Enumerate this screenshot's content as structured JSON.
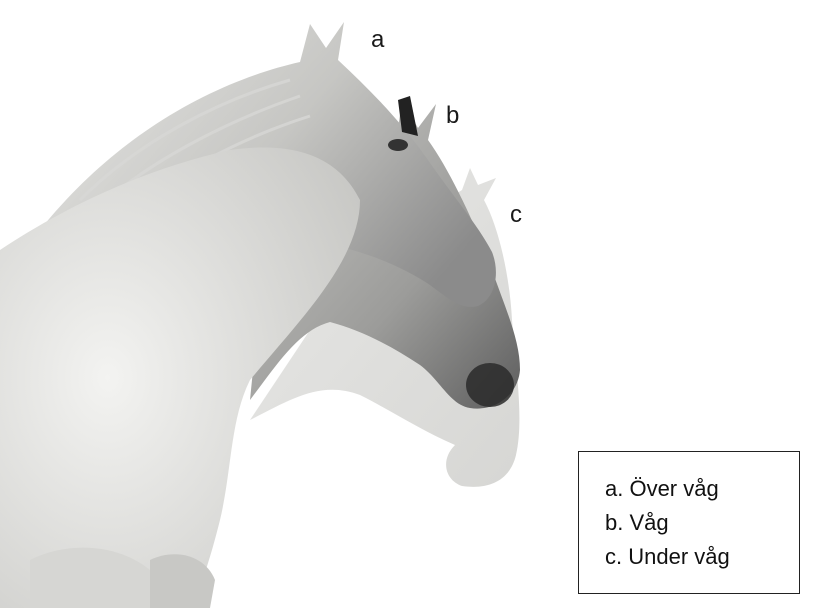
{
  "labels": {
    "a": "a",
    "b": "b",
    "c": "c"
  },
  "legend": {
    "items": [
      "a. Över våg",
      "b. Våg",
      "c. Under våg"
    ]
  }
}
